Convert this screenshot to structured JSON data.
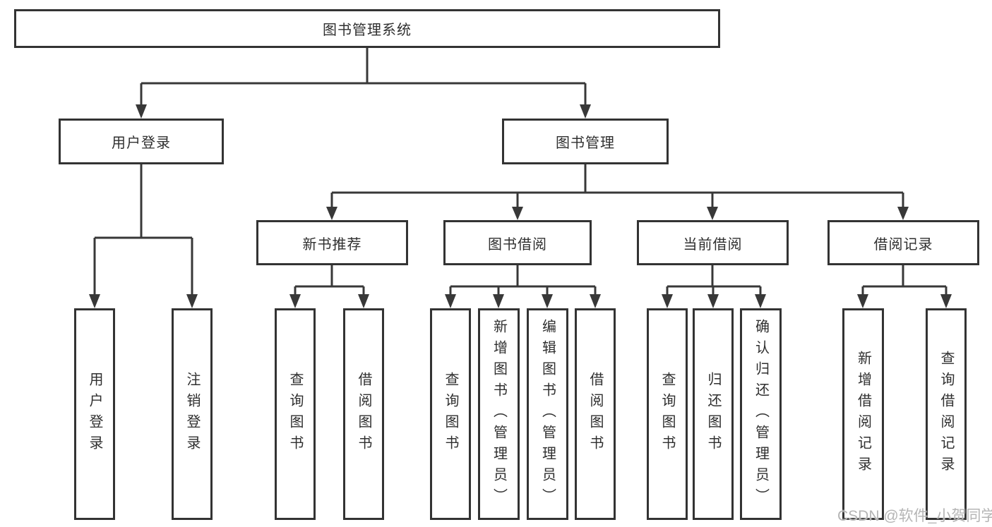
{
  "diagram": {
    "root": {
      "label": "图书管理系统"
    },
    "children": [
      {
        "label": "用户登录",
        "children": [
          {
            "label": "用户登录"
          },
          {
            "label": "注销登录"
          }
        ]
      },
      {
        "label": "图书管理",
        "children": [
          {
            "label": "新书推荐",
            "children": [
              {
                "label": "查询图书"
              },
              {
                "label": "借阅图书"
              }
            ]
          },
          {
            "label": "图书借阅",
            "children": [
              {
                "label": "查询图书"
              },
              {
                "label": "新增图书（管理员）"
              },
              {
                "label": "编辑图书（管理员）"
              },
              {
                "label": "借阅图书"
              }
            ]
          },
          {
            "label": "当前借阅",
            "children": [
              {
                "label": "查询图书"
              },
              {
                "label": "归还图书"
              },
              {
                "label": "确认归还（管理员）"
              }
            ]
          },
          {
            "label": "借阅记录",
            "children": [
              {
                "label": "新增借阅记录"
              },
              {
                "label": "查询借阅记录"
              }
            ]
          }
        ]
      }
    ]
  },
  "watermark": {
    "text": "CSDN @软件_小贺同学"
  },
  "colors": {
    "line": "#383838",
    "box_border": "#333333",
    "text": "#2f2f2f",
    "watermark": "#b5b5b5",
    "background": "#ffffff"
  }
}
